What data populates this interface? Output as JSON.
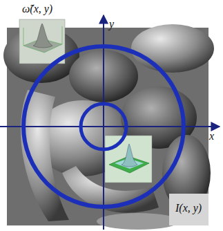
{
  "diagram": {
    "labels": [
      "ω̃(x, y)",
      "y",
      "x",
      "I(x, y)"
    ]
  }
}
